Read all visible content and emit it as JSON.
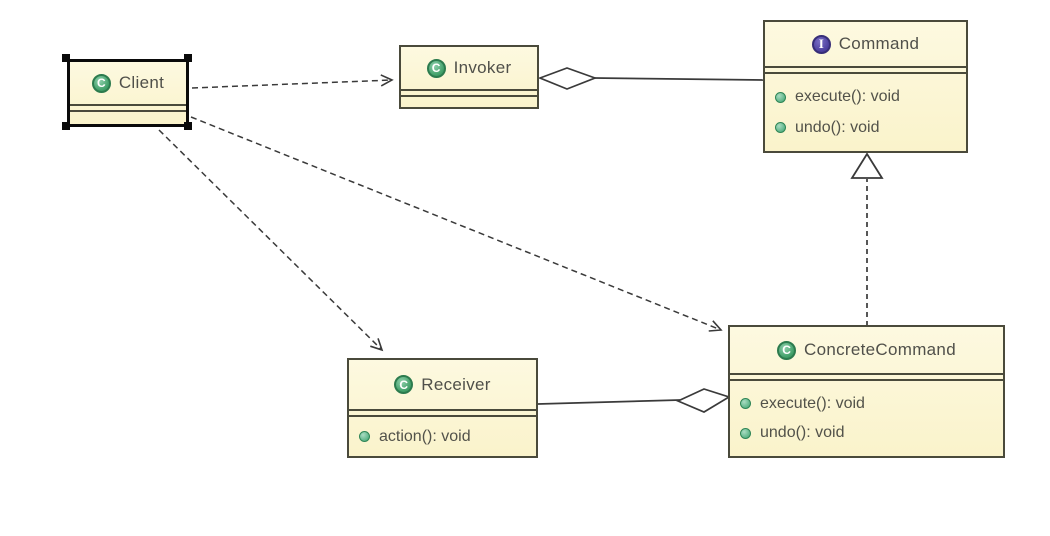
{
  "icons": {
    "class_badge": "C",
    "interface_badge": "I",
    "aggregation_marker": "hollow-diamond",
    "realization_marker": "hollow-triangle",
    "dependency_marker": "open-arrow"
  },
  "colors": {
    "box_fill": "#faf3cb",
    "box_border": "#4a4a3b",
    "selection_handles": "#0a0a0a",
    "class_icon_green": "#3f9e67",
    "interface_icon_purple": "#4b3f9e",
    "member_bullet_green": "#57b183",
    "connector_line": "#3a3a3a",
    "text": "#52524a",
    "background": "#ffffff"
  },
  "classes": [
    {
      "name": "Client",
      "kind": "class",
      "selected": true,
      "members": []
    },
    {
      "name": "Invoker",
      "kind": "class",
      "selected": false,
      "members": []
    },
    {
      "name": "Command",
      "kind": "interface",
      "selected": false,
      "members": [
        "execute(): void",
        "undo(): void"
      ]
    },
    {
      "name": "Receiver",
      "kind": "class",
      "selected": false,
      "members": [
        "action(): void"
      ]
    },
    {
      "name": "ConcreteCommand",
      "kind": "class",
      "selected": false,
      "members": [
        "execute(): void",
        "undo(): void"
      ]
    }
  ],
  "relations": [
    {
      "from": "Client",
      "to": "Invoker",
      "type": "dependency",
      "style": "dashed-open-arrow"
    },
    {
      "from": "Invoker",
      "to": "Command",
      "type": "aggregation",
      "style": "solid-hollow-diamond-at-invoker"
    },
    {
      "from": "ConcreteCommand",
      "to": "Command",
      "type": "realization",
      "style": "dashed-hollow-triangle-at-command"
    },
    {
      "from": "Client",
      "to": "ConcreteCommand",
      "type": "dependency",
      "style": "dashed-open-arrow"
    },
    {
      "from": "Client",
      "to": "Receiver",
      "type": "dependency",
      "style": "dashed-open-arrow"
    },
    {
      "from": "ConcreteCommand",
      "to": "Receiver",
      "type": "aggregation",
      "style": "solid-hollow-diamond-at-concretecommand"
    }
  ]
}
